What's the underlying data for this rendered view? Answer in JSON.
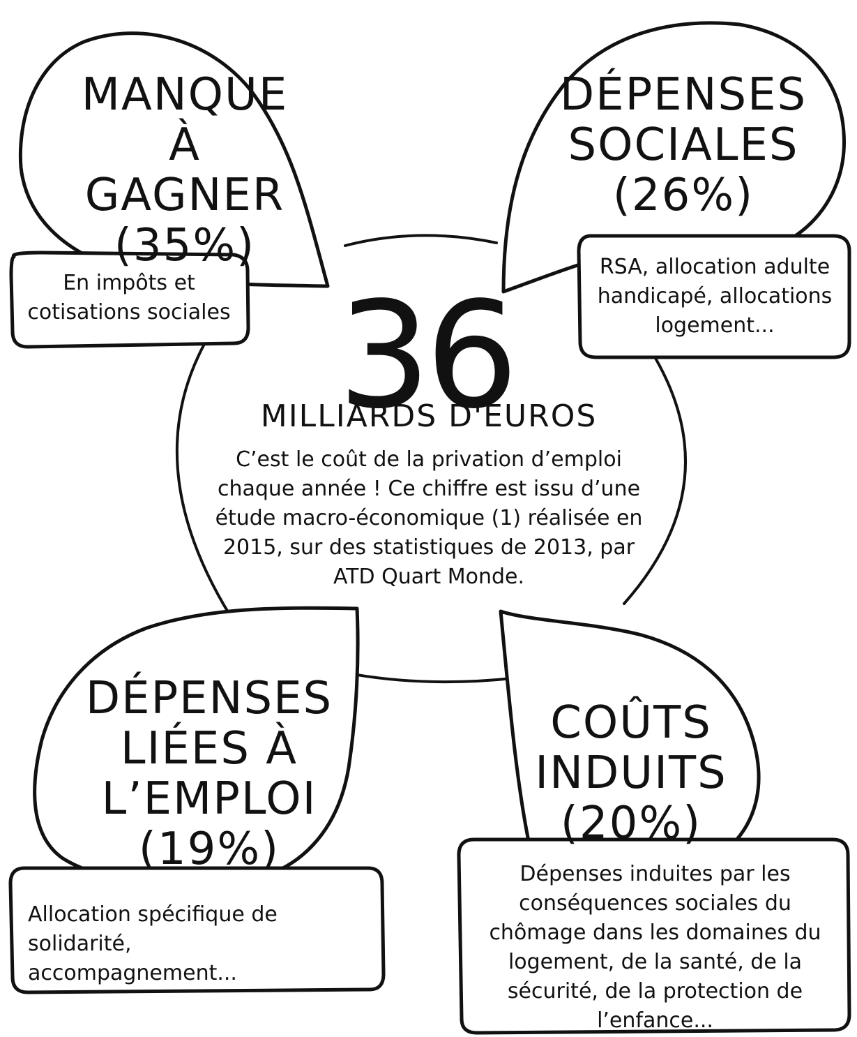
{
  "center": {
    "number": "36",
    "unit": "MILLIARDS D'EUROS",
    "description": "C’est le coût de la privation d’emploi chaque année ! Ce chiffre est issu d’une étude macro-économique (1) réalisée en 2015, sur des statistiques de 2013, par ATD Quart Monde."
  },
  "bubbles": [
    {
      "title": [
        "MANQUE",
        "À GAGNER",
        "(35%)"
      ],
      "note": "En impôts et cotisations sociales"
    },
    {
      "title": [
        "DÉPENSES",
        "SOCIALES",
        "(26%)"
      ],
      "note": "RSA, allocation adulte handicapé, allocations logement..."
    },
    {
      "title": [
        "DÉPENSES",
        "LIÉES À",
        "L’EMPLOI",
        "(19%)"
      ],
      "note": "Allocation spécifique de solidarité, accompagnement..."
    },
    {
      "title": [
        "COÛTS",
        "INDUITS",
        "(20%)"
      ],
      "note": "Dépenses induites par les conséquences sociales du chômage dans les domaines du logement, de la santé, de la sécurité, de la protection de l’enfance..."
    }
  ]
}
